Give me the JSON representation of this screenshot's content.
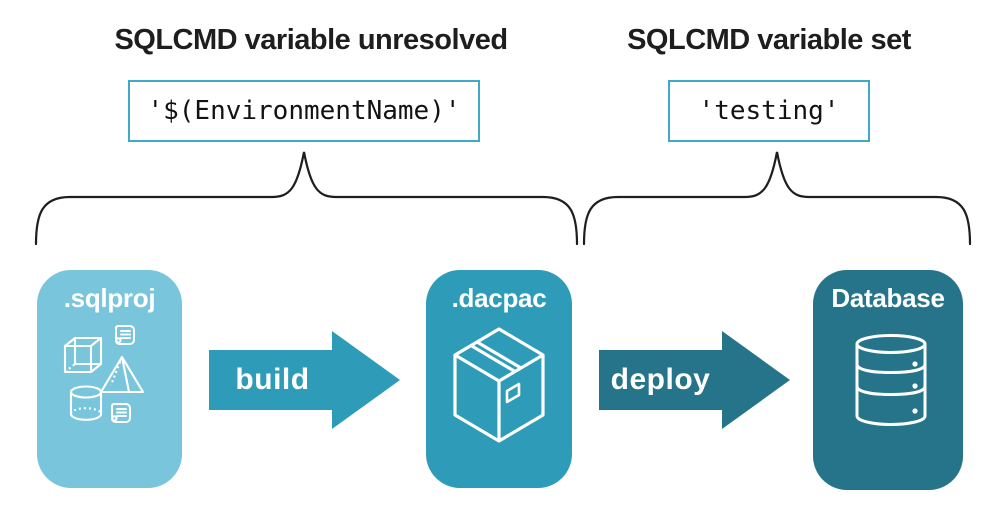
{
  "headings": {
    "left": "SQLCMD variable unresolved",
    "right": "SQLCMD variable set"
  },
  "code_boxes": {
    "left": "'$(EnvironmentName)'",
    "right": "'testing'"
  },
  "arrows": {
    "build": "build",
    "deploy": "deploy"
  },
  "cards": [
    {
      "label": ".sqlproj",
      "icon": "sql-project-objects-icon"
    },
    {
      "label": ".dacpac",
      "icon": "package-box-icon"
    },
    {
      "label": "Database",
      "icon": "database-cylinder-icon"
    }
  ],
  "colors": {
    "light_blue": "#79c6dc",
    "teal": "#2e9cb8",
    "dark_teal": "#257489",
    "cyan_border": "#3fa9c6",
    "ink": "#1e1e1e",
    "bg": "#ffffff"
  }
}
